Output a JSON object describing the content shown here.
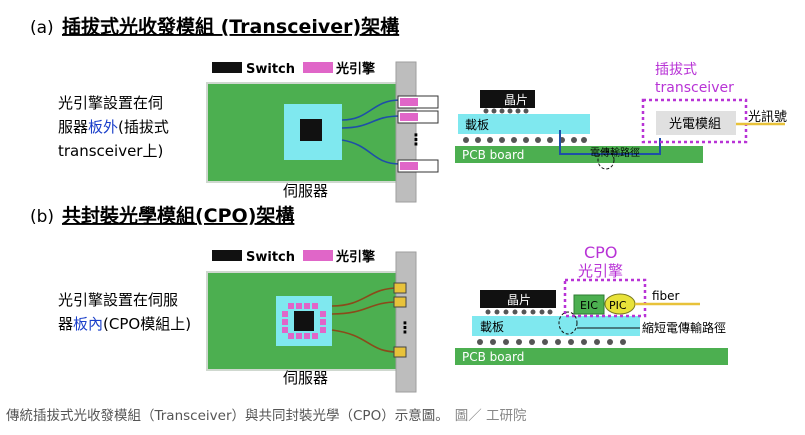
{
  "section_a": {
    "marker": "(a)",
    "title": "插拔式光收發模組 (Transceiver)架構",
    "legend_switch": "Switch",
    "legend_optical": "光引擎",
    "note_line1": "光引擎設置在伺",
    "note_line2_pre": "服器",
    "note_line2_hl": "板外",
    "note_line2_post": "(插拔式",
    "note_line3": "transceiver上)",
    "server_label": "伺服器",
    "chip_label": "晶片",
    "substrate_label": "載板",
    "pcb_label": "PCB board",
    "path_label": "電傳輸路徑",
    "module_label": "光電模組",
    "signal_label": "光訊號",
    "pluggable_line1": "插拔式",
    "pluggable_line2": "transceiver",
    "dots": "⋮"
  },
  "section_b": {
    "marker": "(b)",
    "title": "共封裝光學模組(CPO)架構",
    "legend_switch": "Switch",
    "legend_optical": "光引擎",
    "note_line1": "光引擎設置在伺服",
    "note_line2_pre": "器",
    "note_line2_hl": "板內",
    "note_line2_post": "(CPO模組上)",
    "server_label": "伺服器",
    "chip_label": "晶片",
    "substrate_label": "載板",
    "pcb_label": "PCB board",
    "eic_label": "EIC",
    "pic_label": "PIC",
    "fiber_label": "fiber",
    "short_path_label": "縮短電傳輸路徑",
    "cpo_line1": "CPO",
    "cpo_line2": "光引擎",
    "dots": "⋮"
  },
  "caption": {
    "text": "傳統插拔式光收發模組（Transceiver）與共同封裝光學（CPO）示意圖。",
    "credit": "圖／ 工研院"
  },
  "colors": {
    "board_green": "#4caf50",
    "chip_cyan": "#7fe8ef",
    "switch_black": "#111111",
    "optical_pink": "#e066c8",
    "highlight_blue": "#1a3fc9",
    "dotted_magenta": "#b833d6",
    "fiber_yellow": "#e8c23a",
    "trace_blue": "#1e4fa8",
    "frame_grey": "#bdbdbd"
  }
}
